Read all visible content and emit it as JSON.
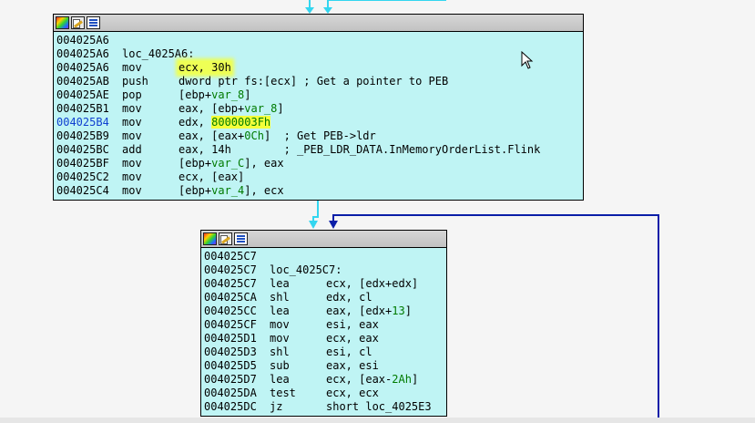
{
  "node1": {
    "lines": [
      {
        "addr": "004025A6",
        "parts": []
      },
      {
        "addr": "004025A6",
        "parts": [
          {
            "t": "loc_4025A6:"
          }
        ]
      },
      {
        "addr": "004025A6",
        "mn": "mov",
        "parts": [
          {
            "t": "ecx, 30h",
            "c": "hl-soft"
          }
        ]
      },
      {
        "addr": "004025AB",
        "mn": "push",
        "parts": [
          {
            "t": "dword ptr fs:[ecx] ; Get a pointer to PEB"
          }
        ]
      },
      {
        "addr": "004025AE",
        "mn": "pop",
        "parts": [
          {
            "t": "[ebp+"
          },
          {
            "t": "var_8",
            "c": "var"
          },
          {
            "t": "]"
          }
        ]
      },
      {
        "addr": "004025B1",
        "mn": "mov",
        "parts": [
          {
            "t": "eax, [ebp+"
          },
          {
            "t": "var_8",
            "c": "var"
          },
          {
            "t": "]"
          }
        ]
      },
      {
        "addr": "004025B4",
        "sel": true,
        "mn": "mov",
        "parts": [
          {
            "t": "edx, "
          },
          {
            "t": "8000003Fh",
            "c": "hl num"
          }
        ]
      },
      {
        "addr": "004025B9",
        "mn": "mov",
        "parts": [
          {
            "t": "eax, [eax+"
          },
          {
            "t": "0Ch",
            "c": "num"
          },
          {
            "t": "]  ; Get PEB->ldr"
          }
        ]
      },
      {
        "addr": "004025BC",
        "mn": "add",
        "parts": [
          {
            "t": "eax, 14h        ; _PEB_LDR_DATA.InMemoryOrderList.Flink"
          }
        ]
      },
      {
        "addr": "004025BF",
        "mn": "mov",
        "parts": [
          {
            "t": "[ebp+"
          },
          {
            "t": "var_C",
            "c": "var"
          },
          {
            "t": "], eax"
          }
        ]
      },
      {
        "addr": "004025C2",
        "mn": "mov",
        "parts": [
          {
            "t": "ecx, [eax]"
          }
        ]
      },
      {
        "addr": "004025C4",
        "mn": "mov",
        "parts": [
          {
            "t": "[ebp+"
          },
          {
            "t": "var_4",
            "c": "var"
          },
          {
            "t": "], ecx"
          }
        ]
      }
    ]
  },
  "node2": {
    "lines": [
      {
        "addr": "004025C7",
        "parts": []
      },
      {
        "addr": "004025C7",
        "parts": [
          {
            "t": "loc_4025C7:"
          }
        ]
      },
      {
        "addr": "004025C7",
        "mn": "lea",
        "parts": [
          {
            "t": "ecx, [edx+edx]"
          }
        ]
      },
      {
        "addr": "004025CA",
        "mn": "shl",
        "parts": [
          {
            "t": "edx, cl"
          }
        ]
      },
      {
        "addr": "004025CC",
        "mn": "lea",
        "parts": [
          {
            "t": "eax, [edx+"
          },
          {
            "t": "13",
            "c": "num"
          },
          {
            "t": "]"
          }
        ]
      },
      {
        "addr": "004025CF",
        "mn": "mov",
        "parts": [
          {
            "t": "esi, eax"
          }
        ]
      },
      {
        "addr": "004025D1",
        "mn": "mov",
        "parts": [
          {
            "t": "ecx, eax"
          }
        ]
      },
      {
        "addr": "004025D3",
        "mn": "shl",
        "parts": [
          {
            "t": "esi, cl"
          }
        ]
      },
      {
        "addr": "004025D5",
        "mn": "sub",
        "parts": [
          {
            "t": "eax, esi"
          }
        ]
      },
      {
        "addr": "004025D7",
        "mn": "lea",
        "parts": [
          {
            "t": "ecx, [eax-"
          },
          {
            "t": "2Ah",
            "c": "num"
          },
          {
            "t": "]"
          }
        ]
      },
      {
        "addr": "004025DA",
        "mn": "test",
        "parts": [
          {
            "t": "ecx, ecx"
          }
        ]
      },
      {
        "addr": "004025DC",
        "mn": "jz",
        "parts": [
          {
            "t": "short loc_4025E3"
          }
        ]
      }
    ]
  },
  "colors": {
    "node_bg": "#bff4f4",
    "edge_flow": "#33d6f0",
    "edge_back": "#0a1ea8"
  }
}
